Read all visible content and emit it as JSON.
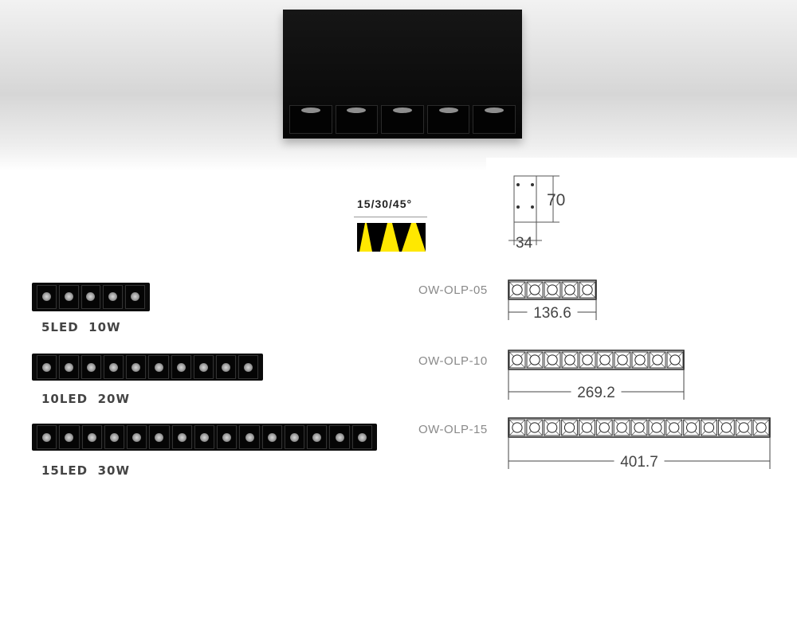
{
  "beam": {
    "label": "15/30/45°"
  },
  "profile": {
    "height": "70",
    "width": "34"
  },
  "products": [
    {
      "leds": 5,
      "label": "5LED  10W",
      "model": "OW-OLP-05",
      "length": "136.6"
    },
    {
      "leds": 10,
      "label": "10LED  20W",
      "model": "OW-OLP-10",
      "length": "269.2"
    },
    {
      "leds": 15,
      "label": "15LED  30W",
      "model": "OW-OLP-15",
      "length": "401.7"
    }
  ],
  "colors": {
    "beam": "#ffe800",
    "body": "#0a0a0a"
  }
}
